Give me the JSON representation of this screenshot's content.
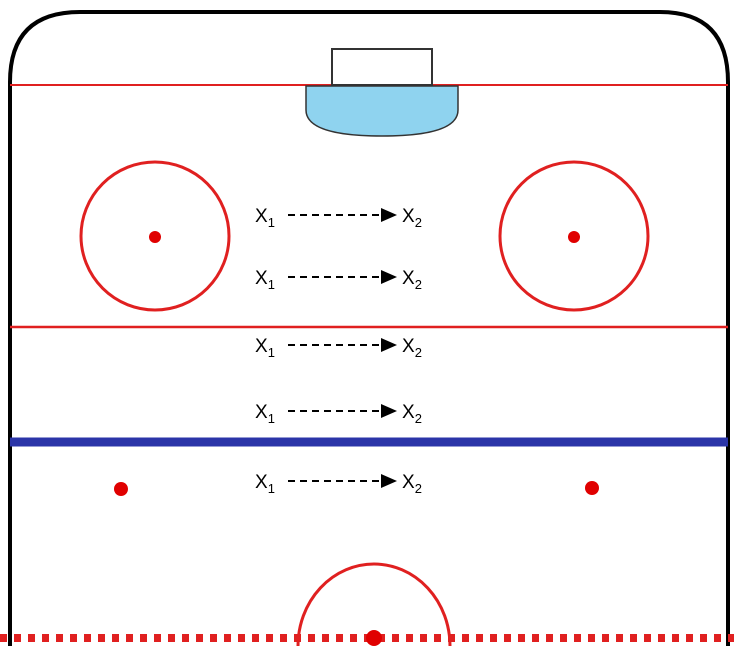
{
  "colors": {
    "board": "#000000",
    "red_line": "#e02020",
    "blue_line": "#2b35a8",
    "crease": "#8fd3ef",
    "dot": "#e00000",
    "arrow": "#000000"
  },
  "drill": {
    "rows": [
      {
        "start": {
          "main": "X",
          "sub": "1"
        },
        "end": {
          "main": "X",
          "sub": "2"
        }
      },
      {
        "start": {
          "main": "X",
          "sub": "1"
        },
        "end": {
          "main": "X",
          "sub": "2"
        }
      },
      {
        "start": {
          "main": "X",
          "sub": "1"
        },
        "end": {
          "main": "X",
          "sub": "2"
        }
      },
      {
        "start": {
          "main": "X",
          "sub": "1"
        },
        "end": {
          "main": "X",
          "sub": "2"
        }
      },
      {
        "start": {
          "main": "X",
          "sub": "1"
        },
        "end": {
          "main": "X",
          "sub": "2"
        }
      }
    ]
  }
}
